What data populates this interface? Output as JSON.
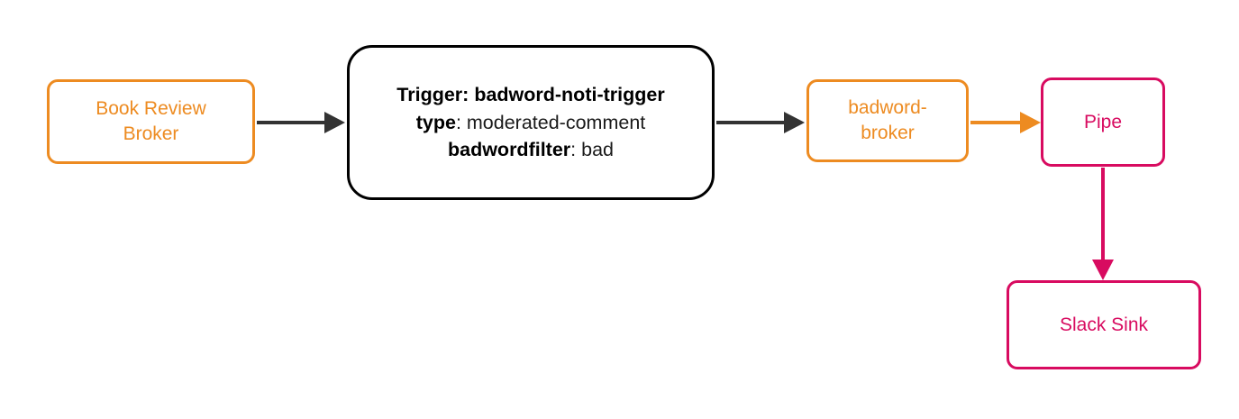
{
  "diagram": {
    "type": "flowchart",
    "direction": "left-to-right",
    "background_color": "#ffffff",
    "colors": {
      "broker": "#ED8B21",
      "pipe": "#D80B60",
      "trigger": "#000000",
      "arrow_dark": "#333333"
    },
    "nodes": {
      "book_review_broker": {
        "label": "Book Review\nBroker",
        "kind": "broker",
        "color": "#ED8B21"
      },
      "trigger": {
        "lines": [
          {
            "key": "Trigger:",
            "value": "badword-noti-trigger",
            "value_bold": true
          },
          {
            "key": "type",
            "separator": ":",
            "value": "moderated-comment",
            "value_bold": false
          },
          {
            "key": "badwordfilter",
            "separator": ":",
            "value": "bad",
            "value_bold": false
          }
        ],
        "line1_key": "Trigger:",
        "line1_value": "badword-noti-trigger",
        "line2_key": "type",
        "line2_value": "moderated-comment",
        "line3_key": "badwordfilter",
        "line3_value": "bad",
        "separator": ": ",
        "kind": "trigger",
        "color": "#000000"
      },
      "badword_broker": {
        "label": "badword-\nbroker",
        "kind": "broker",
        "color": "#ED8B21"
      },
      "pipe": {
        "label": "Pipe",
        "kind": "pipe",
        "color": "#D80B60"
      },
      "slack_sink": {
        "label": "Slack Sink",
        "kind": "sink",
        "color": "#D80B60"
      }
    },
    "edges": [
      {
        "from": "book_review_broker",
        "to": "trigger",
        "color": "#333333",
        "direction": "right"
      },
      {
        "from": "trigger",
        "to": "badword_broker",
        "color": "#333333",
        "direction": "right"
      },
      {
        "from": "badword_broker",
        "to": "pipe",
        "color": "#ED8B21",
        "direction": "right"
      },
      {
        "from": "pipe",
        "to": "slack_sink",
        "color": "#D80B60",
        "direction": "down"
      }
    ]
  }
}
